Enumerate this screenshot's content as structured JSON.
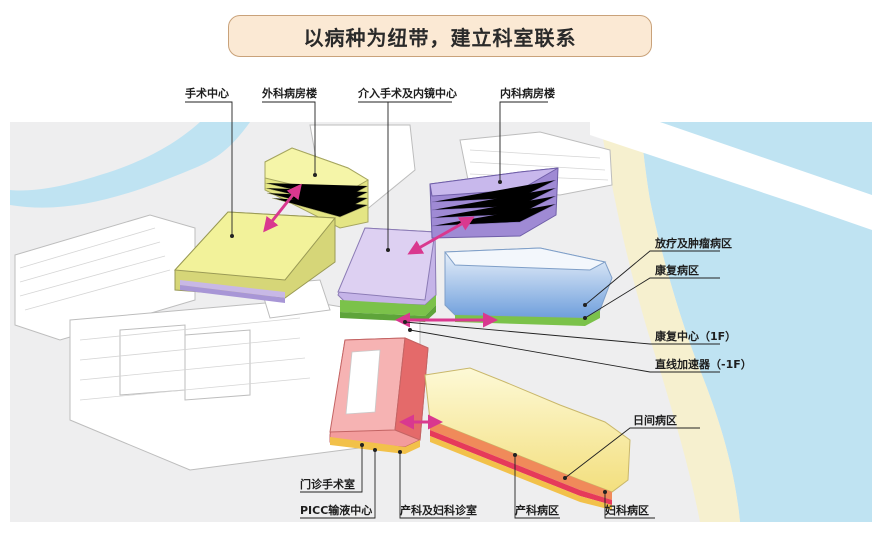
{
  "banner": {
    "title": "以病种为纽带，建立科室联系"
  },
  "labels": {
    "surgery_center": "手术中心",
    "surgical_ward": "外科病房楼",
    "intervention_center": "介入手术及内镜中心",
    "internal_ward": "内科病房楼",
    "radio_oncology": "放疗及肿瘤病区",
    "rehab_ward": "康复病区",
    "rehab_center": "康复中心（1F）",
    "linac": "直线加速器（-1F）",
    "day_ward": "日间病区",
    "outpatient_or": "门诊手术室",
    "picc": "PICC输液中心",
    "obgyn_clinic": "产科及妇科诊室",
    "obstetric_ward": "产科病区",
    "gyn_ward": "妇科病区"
  },
  "colors": {
    "banner_fill": "#fbe9d4",
    "arrow": "#d9388f",
    "surgery": "#eaee8c",
    "intervention": "#d8c8ee",
    "internal": "#a692d8",
    "outpatient": "#f08a8a",
    "day_ward": "#fbf2ba",
    "rehab_blue": "#7fa8df",
    "green": "#7bc24a",
    "river": "#bfe3f2"
  }
}
